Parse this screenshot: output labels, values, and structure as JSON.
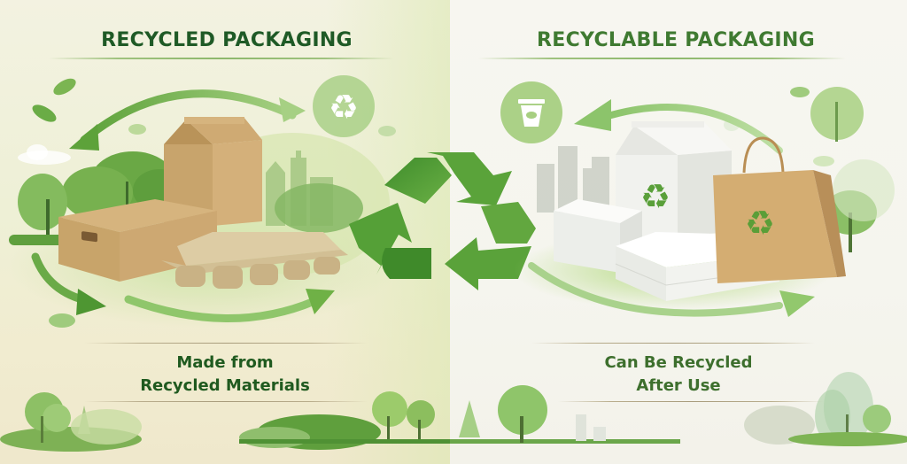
{
  "left_panel": {
    "title": "RECYCLED PACKAGING",
    "caption_line1": "Made from",
    "caption_line2": "Recycled Materials",
    "items": [
      "kraft-shipping-box",
      "kraft-milk-carton",
      "molded-pulp-egg-carton"
    ],
    "badge_icon": "recycle-icon",
    "title_color": "#1f5a26",
    "background_tint": "#eef0d6"
  },
  "right_panel": {
    "title": "RECYCLABLE PACKAGING",
    "caption_line1": "Can Be Recycled",
    "caption_line2": "After Use",
    "items": [
      "white-milk-carton",
      "white-folding-box",
      "white-shoe-box",
      "kraft-shopping-bag"
    ],
    "badge_icon": "recycling-bin-icon",
    "title_color": "#3f7a31",
    "background_tint": "#f5f5ee"
  },
  "center": {
    "symbol": "recycle-symbol",
    "color": "#4f9a35"
  },
  "colors": {
    "kraft": "#c9a46b",
    "kraft_dark": "#b48c55",
    "pulp": "#d9c59b",
    "leaf_green": "#6fae4a",
    "arrow_green": "#8cc56a",
    "tree_green": "#78ae55"
  }
}
